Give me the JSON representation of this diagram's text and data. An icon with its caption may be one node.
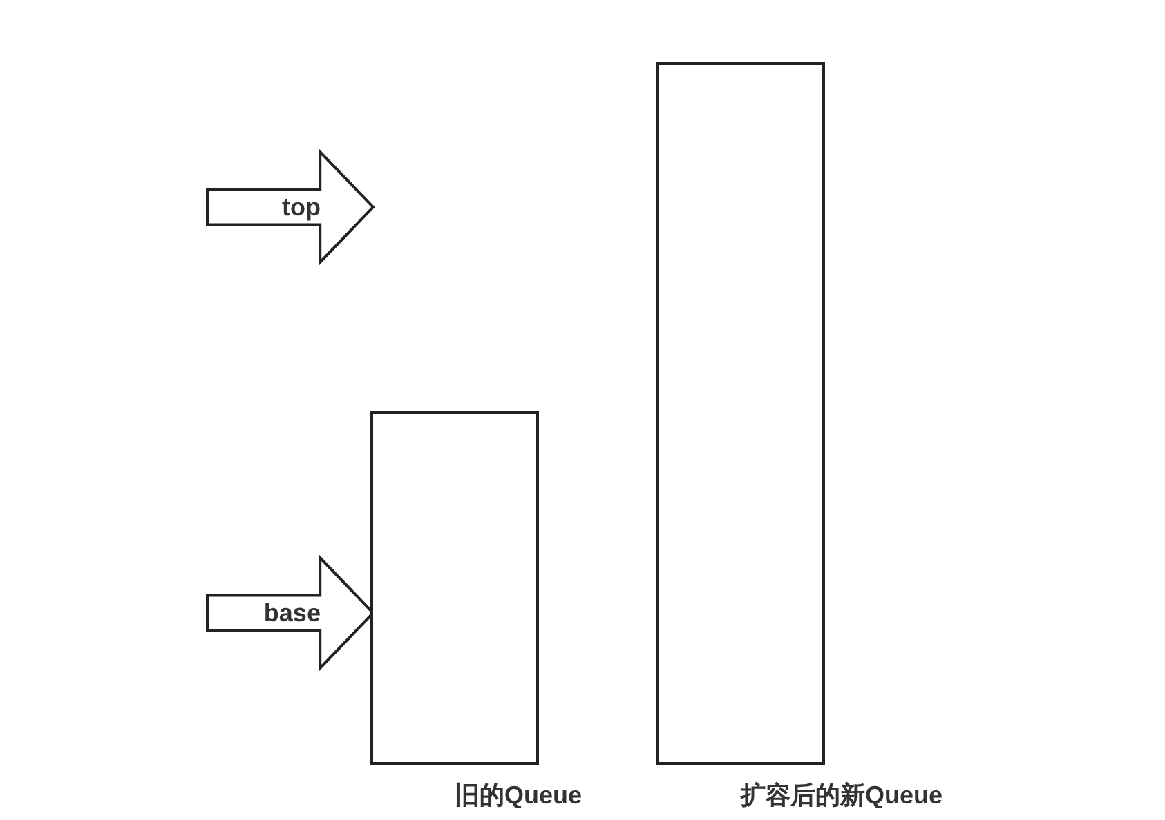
{
  "diagram": {
    "nodes": [
      {
        "text": [
          "top"
        ]
      },
      {
        "text": [
          "base"
        ]
      },
      {
        "text": [
          "旧的Queue"
        ]
      },
      {
        "text": [
          "扩容后的新Queue"
        ]
      }
    ]
  }
}
